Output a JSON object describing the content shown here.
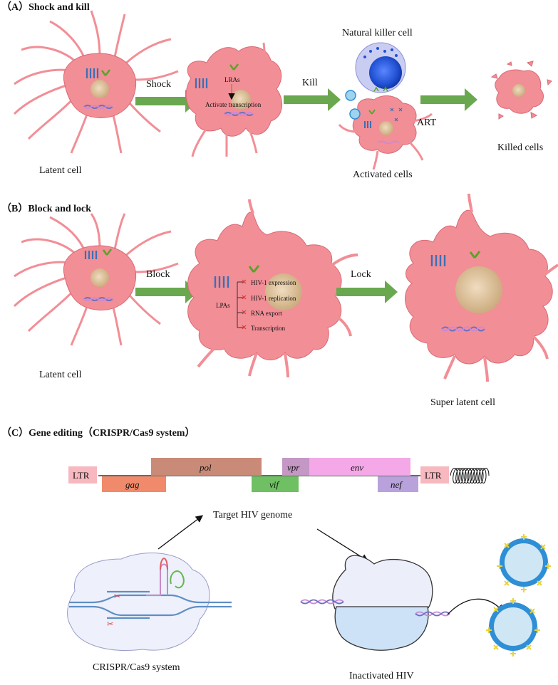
{
  "panels": {
    "a": {
      "heading": "（A）Shock and kill",
      "latent_cell": "Latent cell",
      "shock": "Shock",
      "lras": "LRAs",
      "activate_transcription": "Activate transcription",
      "kill": "Kill",
      "natural_killer_cell": "Natural killer cell",
      "art": "ART",
      "activated_cells": "Activated cells",
      "killed_cells": "Killed cells"
    },
    "b": {
      "heading": "（B）Block and lock",
      "latent_cell": "Latent cell",
      "block": "Block",
      "lpas": "LPAs",
      "effects": [
        "HIV-1 expression",
        "HIV-1 replication",
        "RNA export",
        "Transcription"
      ],
      "lock": "Lock",
      "super_latent_cell": "Super latent cell"
    },
    "c": {
      "heading": "（C）Gene editing（CRISPR/Cas9 system）",
      "genome_genes": {
        "ltr_left": "LTR",
        "gag": "gag",
        "pol": "pol",
        "vif": "vif",
        "vpr": "vpr",
        "env": "env",
        "nef": "nef",
        "ltr_right": "LTR"
      },
      "target": "Target HIV genome",
      "crispr_label": "CRISPR/Cas9 system",
      "inactivated_label": "Inactivated HIV"
    }
  },
  "colors": {
    "cell_fill": "#f28e96",
    "cell_stroke": "#d96a74",
    "nucleus": "#c9a87a",
    "arrow_green": "#6aa84f",
    "nk_outer": "#c9cdf2",
    "nk_inner": "#1f4fd1",
    "gag": "#f08a6a",
    "pol": "#c98b78",
    "vif": "#6fbf63",
    "vpr": "#c497c4",
    "env": "#f4a8e8",
    "nef": "#b9a2dc",
    "ltr": "#f7b8c0",
    "virion": "#2f8fd6",
    "spike": "#e8d33c"
  }
}
